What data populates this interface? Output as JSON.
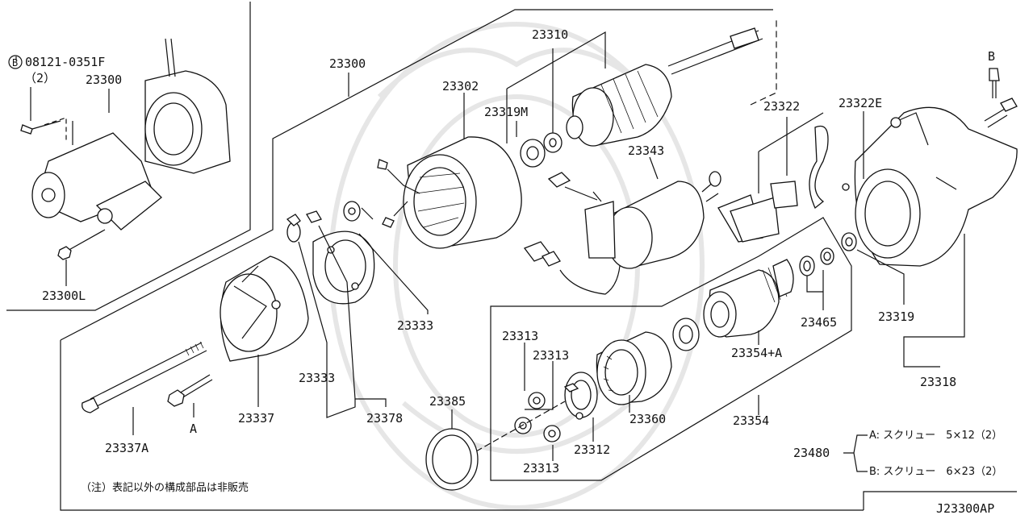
{
  "diagram": {
    "code": "J23300AP",
    "note": "（注）表記以外の構成部品は非販売",
    "labels": {
      "bolt_b": "08121-0351F",
      "bolt_b_qty": "（2）",
      "ref_23300_small": "23300",
      "nut_23300L": "23300L",
      "ref_23300_main": "23300",
      "armature": "23310",
      "washer_23319M": "23319M",
      "yoke": "23302",
      "brush_holder_a": "23333",
      "brush_holder_b": "23333",
      "rear_cover": "23337",
      "through_bolt": "23337A",
      "screw_a_mark": "A",
      "brush_plate": "23378",
      "switch": "23343",
      "lever_set": "23322",
      "lever_e": "23322E",
      "screw_b_mark": "B",
      "housing_front": "23318",
      "bushing": "23319",
      "gear_set": "23465",
      "pinion": "23354+A",
      "clutch_assy": "23354",
      "internal_gear": "23360",
      "planet_gear_1": "23313",
      "planet_gear_2": "23313",
      "planet_gear_3": "23313",
      "gear_shaft": "23312",
      "ring_seal": "23385",
      "screw_kit": "23480",
      "screw_a_desc": "A: スクリュー　5×12（2）",
      "screw_b_desc": "B: スクリュー　6×23（2）"
    }
  }
}
